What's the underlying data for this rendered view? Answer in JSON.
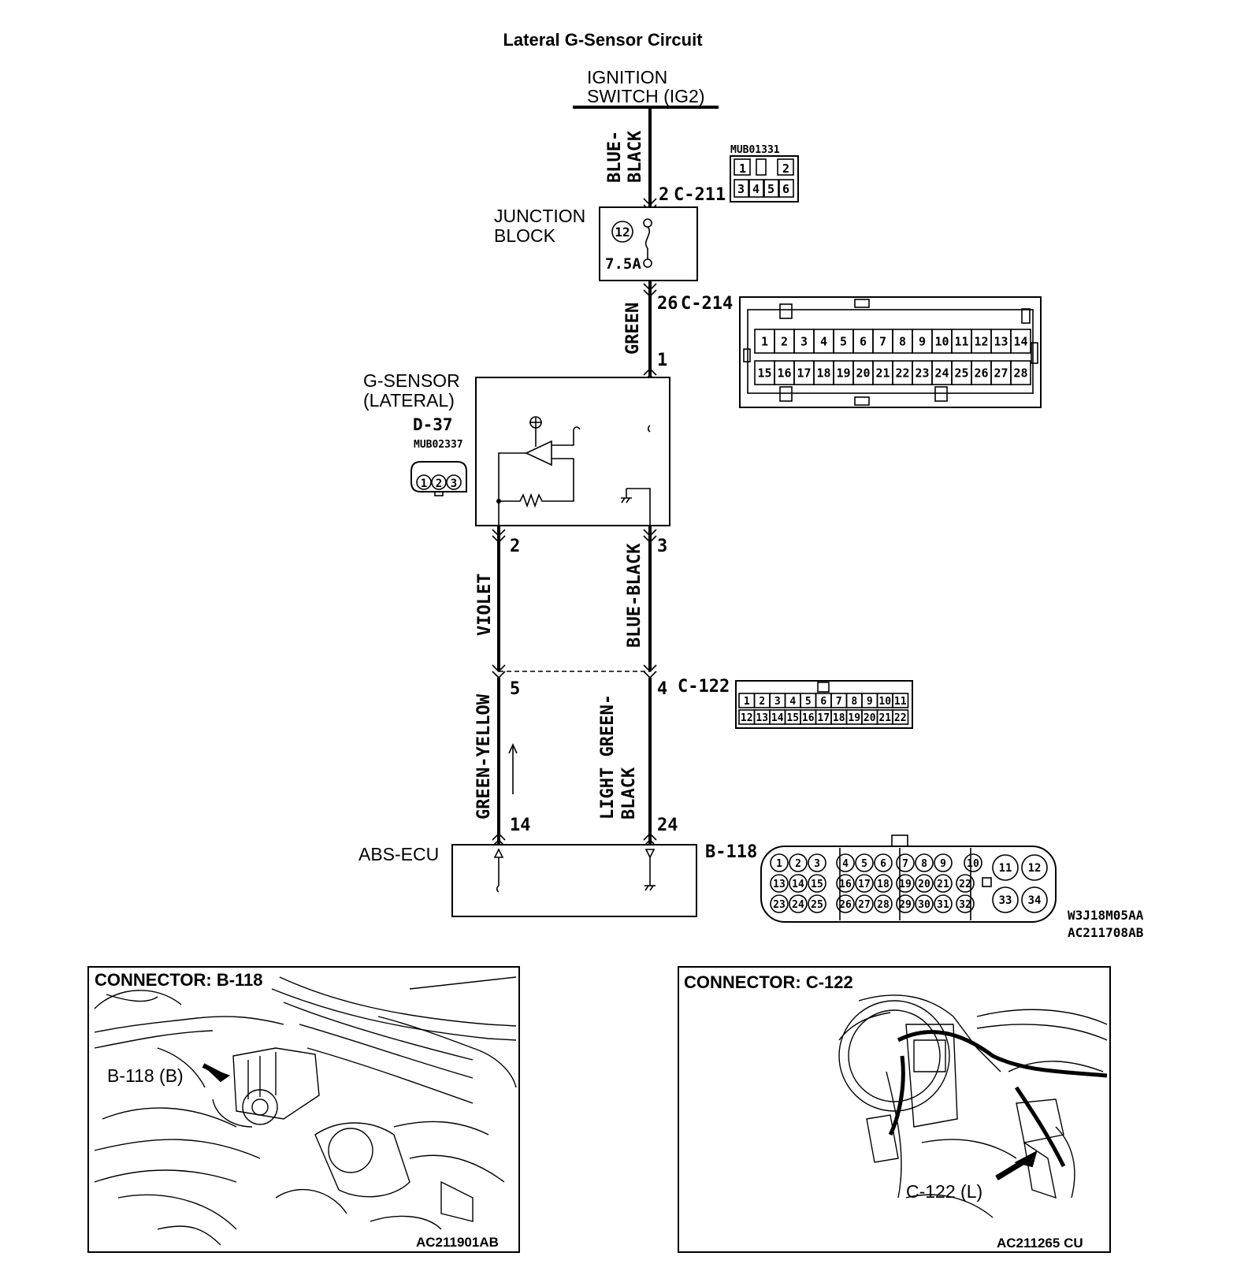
{
  "title": "Lateral G-Sensor Circuit",
  "ignition": {
    "line1": "IGNITION",
    "line2": "SWITCH (IG2)"
  },
  "wires": {
    "top_line1": "BLUE-",
    "top_line2": "BLACK",
    "green": "GREEN",
    "violet": "VIOLET",
    "blue_black": "BLUE-BLACK",
    "green_yellow": "GREEN-YELLOW",
    "lgb_line1": "LIGHT GREEN-",
    "lgb_line2": "BLACK"
  },
  "connectors": {
    "c211": {
      "pin_label": "2",
      "id": "C-211",
      "code": "MUB01331",
      "pins": [
        "1",
        "2",
        "3",
        "4",
        "5",
        "6"
      ]
    },
    "junction": {
      "line1": "JUNCTION",
      "line2": "BLOCK",
      "fuse_no": "12",
      "rating": "7.5A"
    },
    "c214": {
      "pin_label": "26",
      "id": "C-214",
      "pins_top": [
        "1",
        "2",
        "3",
        "4",
        "5",
        "6",
        "7",
        "8",
        "9",
        "10",
        "11",
        "12",
        "13",
        "14"
      ],
      "pins_bottom": [
        "15",
        "16",
        "17",
        "18",
        "19",
        "20",
        "21",
        "22",
        "23",
        "24",
        "25",
        "26",
        "27",
        "28"
      ]
    },
    "sensor": {
      "line1": "G-SENSOR",
      "line2": "(LATERAL)",
      "id": "D-37",
      "code": "MUB02337",
      "pins": [
        "1",
        "2",
        "3"
      ],
      "pin1": "1",
      "pin2": "2",
      "pin3": "3"
    },
    "c122": {
      "pin_left": "5",
      "pin_right": "4",
      "id": "C-122",
      "pins_top": [
        "1",
        "2",
        "3",
        "4",
        "5",
        "6",
        "7",
        "8",
        "9",
        "10",
        "11"
      ],
      "pins_bottom": [
        "12",
        "13",
        "14",
        "15",
        "16",
        "17",
        "18",
        "19",
        "20",
        "21",
        "22"
      ]
    },
    "b118": {
      "ecu": "ABS-ECU",
      "pin_left": "14",
      "pin_right": "24",
      "id": "B-118",
      "row1": [
        "1",
        "2",
        "3",
        "4",
        "5",
        "6",
        "7",
        "8",
        "9",
        "10"
      ],
      "row2": [
        "13",
        "14",
        "15",
        "16",
        "17",
        "18",
        "19",
        "20",
        "21",
        "22"
      ],
      "row3": [
        "23",
        "24",
        "25",
        "26",
        "27",
        "28",
        "29",
        "30",
        "31",
        "32"
      ],
      "big": [
        "11",
        "12",
        "33",
        "34"
      ]
    }
  },
  "codes": {
    "code1": "W3J18M05AA",
    "code2": "AC211708AB"
  },
  "panel_left": {
    "title": "CONNECTOR: B-118",
    "callout": "B-118 (B)",
    "code": "AC211901AB"
  },
  "panel_right": {
    "title": "CONNECTOR: C-122",
    "callout": "C-122 (L)",
    "code": "AC211265 CU"
  }
}
